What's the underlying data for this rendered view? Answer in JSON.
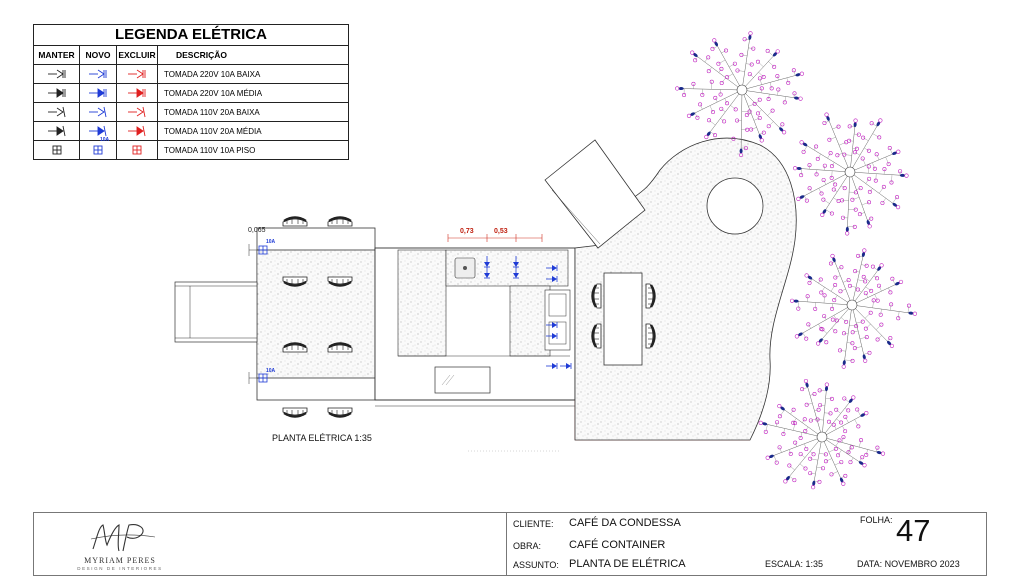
{
  "legend": {
    "title": "LEGENDA ELÉTRICA",
    "headers": {
      "keep": "MANTER",
      "new": "NOVO",
      "remove": "EXCLUIR",
      "description": "DESCRIÇÃO"
    },
    "rows": [
      {
        "description": "TOMADA 220V 10A BAIXA",
        "symbol": "outlet-220-low-icon"
      },
      {
        "description": "TOMADA 220V 10A MÉDIA",
        "symbol": "outlet-220-mid-icon"
      },
      {
        "description": "TOMADA 110V 20A BAIXA",
        "symbol": "outlet-110-low-icon"
      },
      {
        "description": "TOMADA 110V 20A MÉDIA",
        "symbol": "outlet-110-mid-icon"
      },
      {
        "description": "TOMADA 110V 10A PISO",
        "symbol": "floor-outlet-icon",
        "new_tag": "10A"
      }
    ],
    "colors": {
      "keep": "#222222",
      "new": "#1f3bd6",
      "remove": "#e02020"
    }
  },
  "plan": {
    "caption": "PLANTA ELÉTRICA 1:35",
    "dimensions": {
      "d1": "0,065",
      "d2": "0,73",
      "d3": "0,53"
    },
    "outlet_tags": [
      "10A",
      "10A"
    ]
  },
  "titleblock": {
    "logo_name": "MYRIAM PERES",
    "logo_sub": "DESIGN DE INTERIORES",
    "client_label": "CLIENTE:",
    "client_value": "CAFÉ DA CONDESSA",
    "work_label": "OBRA:",
    "work_value": "CAFÉ CONTAINER",
    "subject_label": "ASSUNTO:",
    "subject_value": "PLANTA DE ELÉTRICA",
    "scale": "ESCALA: 1:35",
    "date": "DATA: NOVEMBRO 2023",
    "sheet_label": "FOLHA:",
    "sheet_number": "47"
  }
}
